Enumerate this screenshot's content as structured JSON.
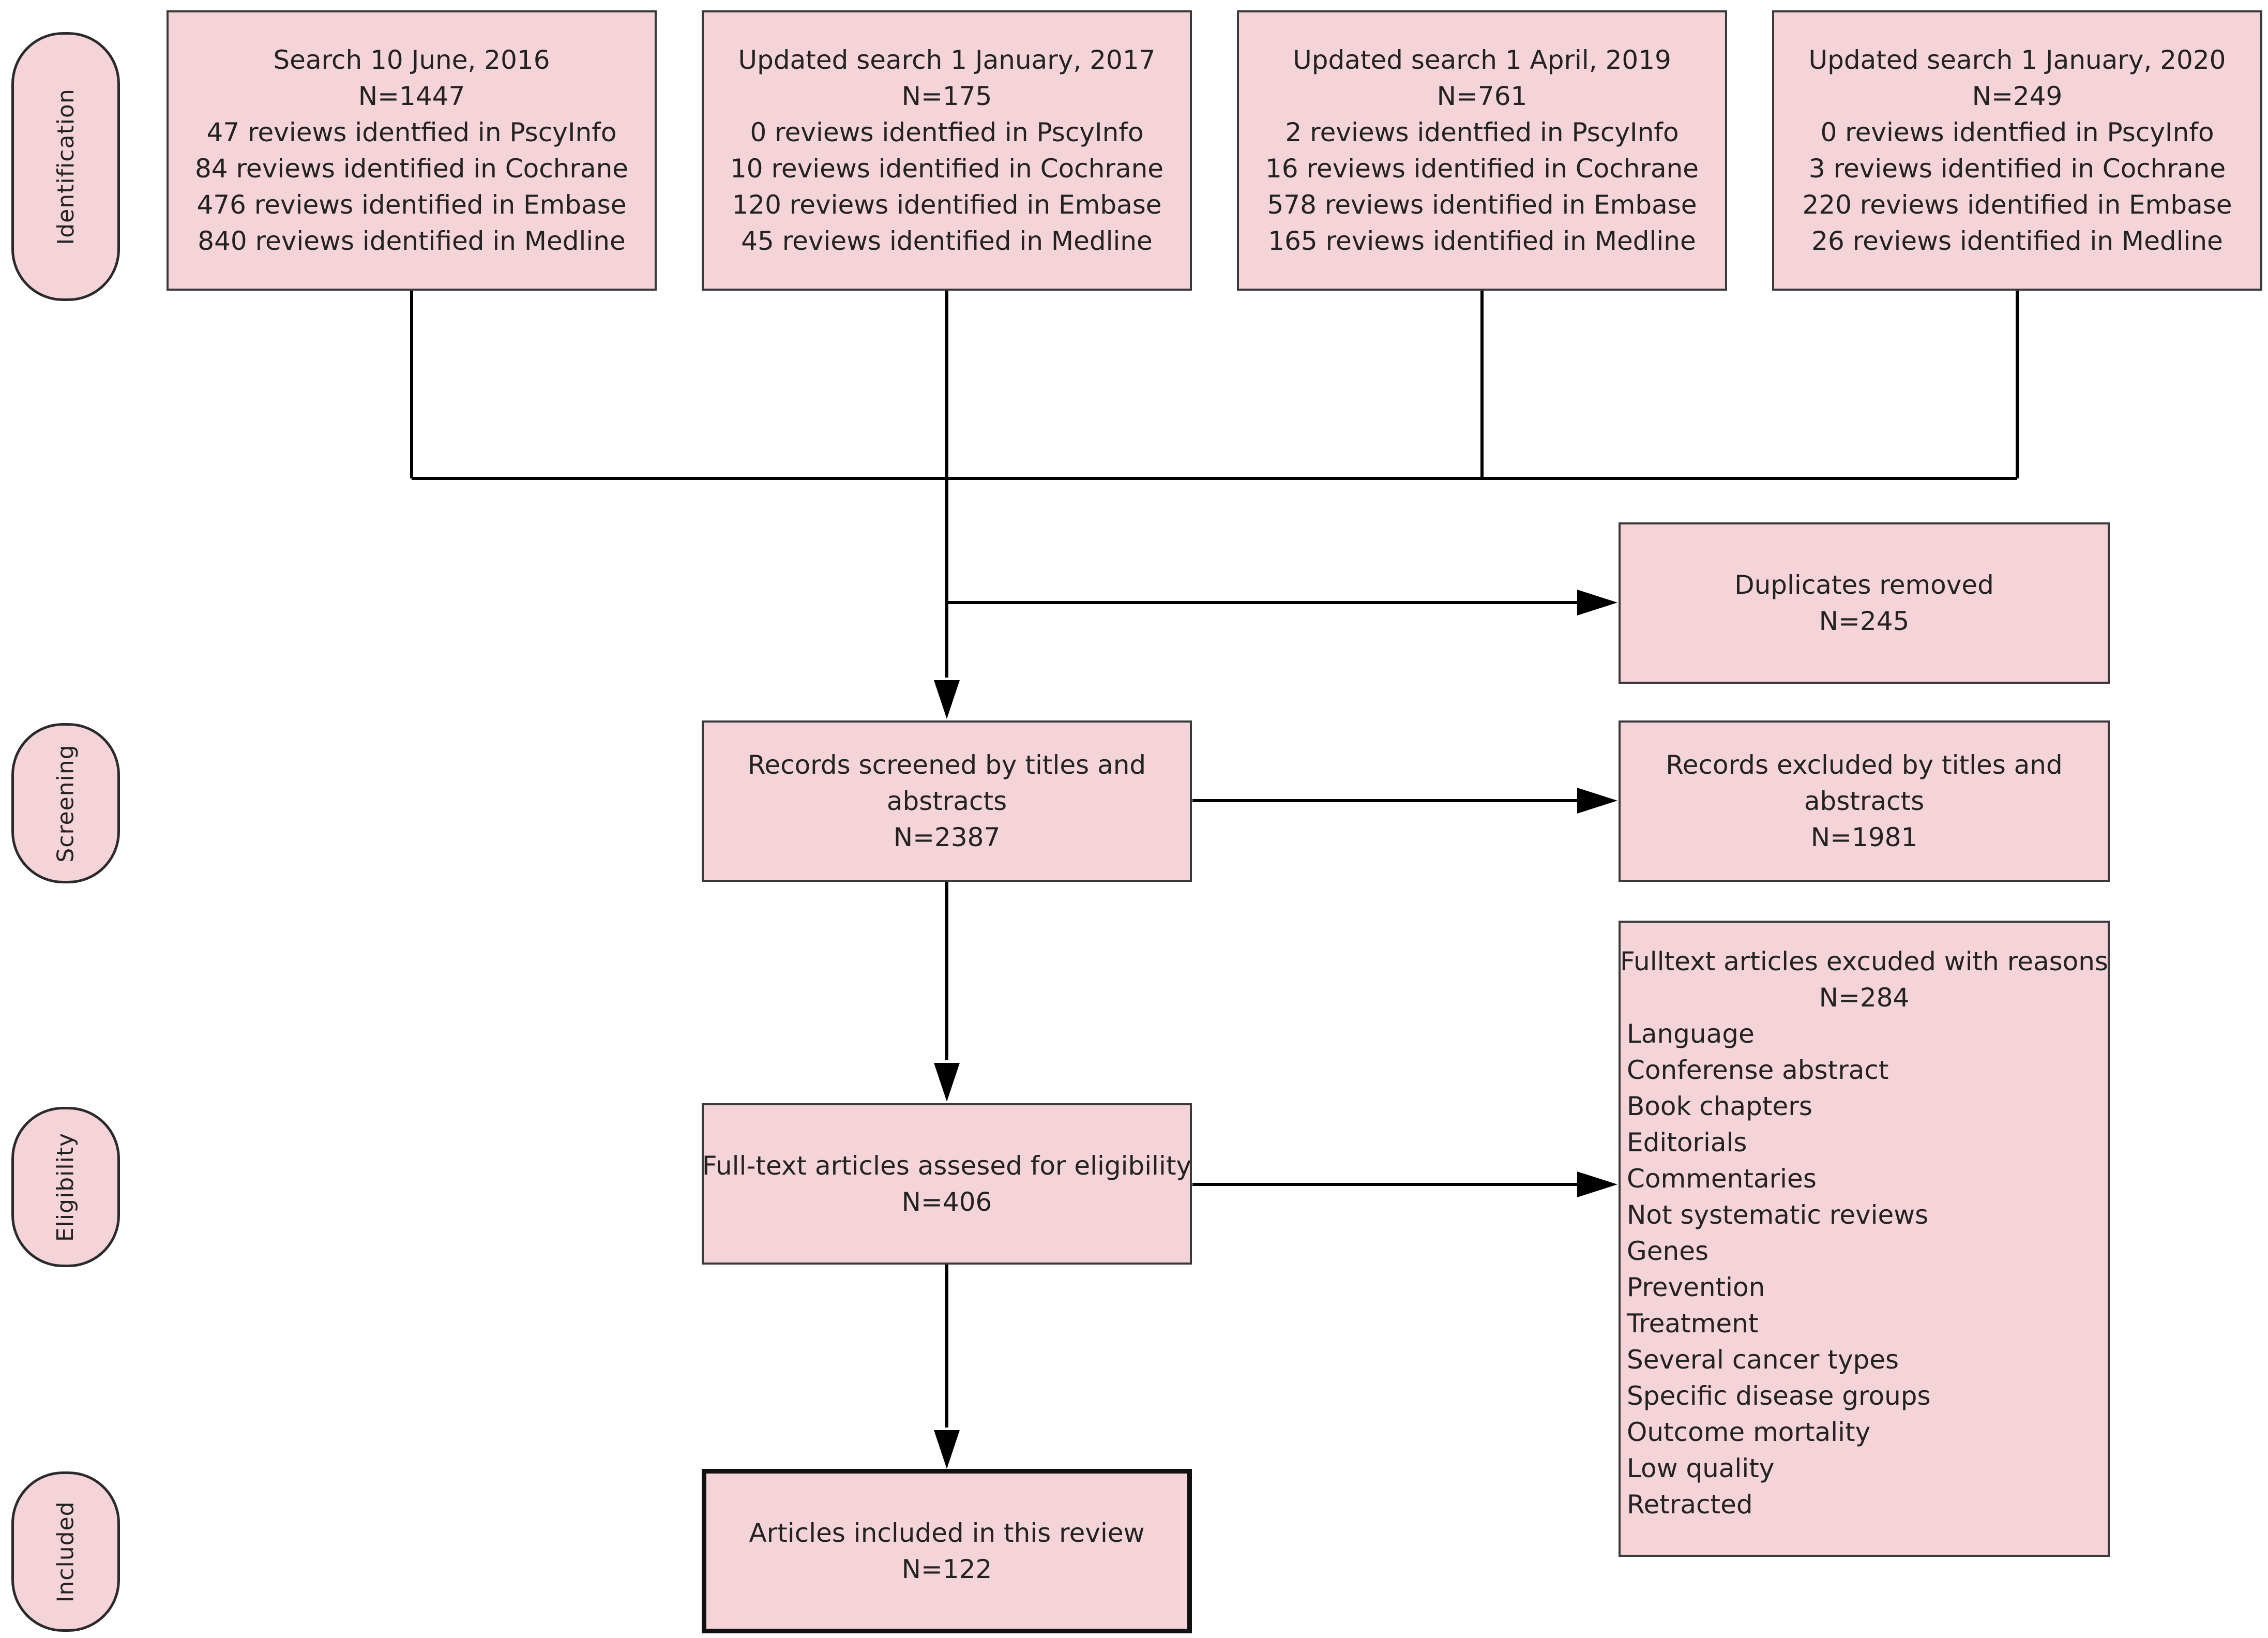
{
  "stages": {
    "identification": "Identification",
    "screening": "Screening",
    "eligibility": "Eligibility",
    "included": "Included"
  },
  "searches": [
    {
      "title": "Search 10 June, 2016",
      "n": "N=1447",
      "lines": [
        "47 reviews identfied in PscyInfo",
        "84 reviews identified in Cochrane",
        "476 reviews identified in Embase",
        "840 reviews identified in Medline"
      ]
    },
    {
      "title": "Updated search 1 January, 2017",
      "n": "N=175",
      "lines": [
        "0 reviews identfied in PscyInfo",
        "10 reviews identified in Cochrane",
        "120 reviews identified in Embase",
        "45 reviews identified in Medline"
      ]
    },
    {
      "title": "Updated search 1 April, 2019",
      "n": "N=761",
      "lines": [
        "2 reviews identfied in PscyInfo",
        "16 reviews identified in Cochrane",
        "578 reviews identified in Embase",
        "165 reviews identified in Medline"
      ]
    },
    {
      "title": "Updated search 1 January, 2020",
      "n": "N=249",
      "lines": [
        "0 reviews identfied in PscyInfo",
        "3 reviews identified in Cochrane",
        "220 reviews identified in Embase",
        "26 reviews identified in Medline"
      ]
    }
  ],
  "duplicates": {
    "title": "Duplicates removed",
    "n": "N=245"
  },
  "screened": {
    "title_line1": "Records screened by titles and",
    "title_line2": "abstracts",
    "n": "N=2387"
  },
  "excluded_titles": {
    "title_line1": "Records excluded by titles and",
    "title_line2": "abstracts",
    "n": "N=1981"
  },
  "fulltext": {
    "title": "Full-text articles assesed for eligibility",
    "n": "N=406"
  },
  "fulltext_excluded": {
    "title": "Fulltext articles excuded with reasons",
    "n": "N=284",
    "reasons": [
      "Language",
      "Conferense abstract",
      "Book chapters",
      "Editorials",
      "Commentaries",
      "Not systematic reviews",
      "Genes",
      "Prevention",
      "Treatment",
      "Several cancer types",
      "Specific disease groups",
      "Outcome mortality",
      "Low quality",
      "Retracted"
    ]
  },
  "included": {
    "title": "Articles included in this review",
    "n": "N=122"
  }
}
